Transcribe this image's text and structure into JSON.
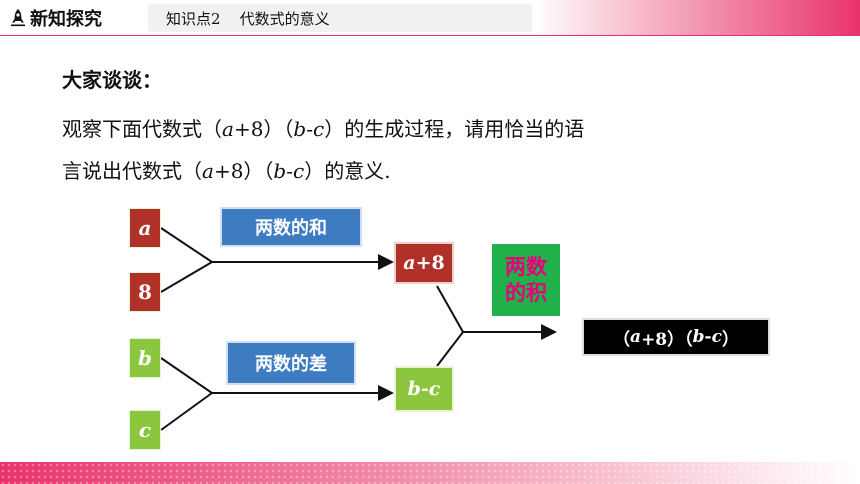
{
  "header": {
    "section_title": "新知探究",
    "topic": "知识点2    代数式的意义"
  },
  "content": {
    "heading": "大家谈谈：",
    "line1": {
      "prefix": "观察下面代数式（",
      "a": "a",
      "plus8": "+8）（",
      "b": "b",
      "dash": "-",
      "c": "c",
      "suffix": "）的生成过程，请用恰当的语"
    },
    "line2": {
      "prefix": "言说出代数式（",
      "a": "a",
      "plus8": "+8）（",
      "b": "b",
      "dash": "-",
      "c": "c",
      "suffix": "）的意义."
    }
  },
  "diagram": {
    "leaves": {
      "a": "a",
      "eight": "8",
      "b": "b",
      "c": "c"
    },
    "sum_label": "两数的和",
    "diff_label": "两数的差",
    "a_plus_8": {
      "a": "a",
      "rest": "+8"
    },
    "b_minus_c": {
      "b": "b",
      "dash": "-",
      "c": "c"
    },
    "product_label": {
      "line1": "两数",
      "line2": "的积"
    },
    "result": {
      "open": "（",
      "a": "a",
      "plus8": "+8）（",
      "b": "b",
      "dash": "-",
      "c": "c",
      "close": "）"
    }
  },
  "colors": {
    "accent_pink": "#e8336a",
    "leaf_green": "#8cc63f",
    "leaf_red": "#b03127",
    "operation_blue": "#3e7cc1",
    "product_green": "#21b14a",
    "product_text_magenta": "#e6007e"
  },
  "icons": {
    "logo": "rocket-icon"
  }
}
